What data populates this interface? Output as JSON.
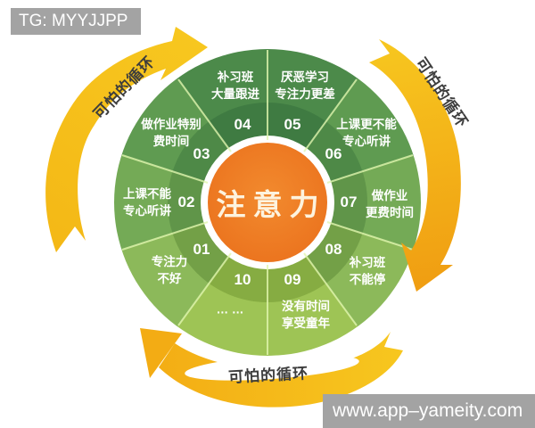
{
  "watermarks": {
    "top_left": "TG: MYYJJPP",
    "bottom_right": "www.app–yameity.com"
  },
  "center": {
    "label": "注意力"
  },
  "cycle_labels": {
    "top_left": "可怕的循环",
    "right": "可怕的循环",
    "bottom": "可怕的循环"
  },
  "segments": [
    {
      "num": "01",
      "label": "专注力\n不好"
    },
    {
      "num": "02",
      "label": "上课不能\n专心听讲"
    },
    {
      "num": "03",
      "label": "做作业特别\n费时间"
    },
    {
      "num": "04",
      "label": "补习班\n大量跟进"
    },
    {
      "num": "05",
      "label": "厌恶学习\n专注力更差"
    },
    {
      "num": "06",
      "label": "上课更不能\n专心听讲"
    },
    {
      "num": "07",
      "label": "做作业\n更费时间"
    },
    {
      "num": "08",
      "label": "补习班\n不能停"
    },
    {
      "num": "09",
      "label": "没有时间\n享受童年"
    },
    {
      "num": "10",
      "label": "… …"
    }
  ],
  "colors": {
    "arrow_yellow": "#f6c11b",
    "arrow_orange": "#f09d12",
    "center_orange": "#ec7620",
    "wheel_dark_green": "#4c8a4a",
    "wheel_light_green": "#9ec455",
    "banner_gray": "#a3a3a3",
    "label_dark": "#3d3d3d"
  }
}
